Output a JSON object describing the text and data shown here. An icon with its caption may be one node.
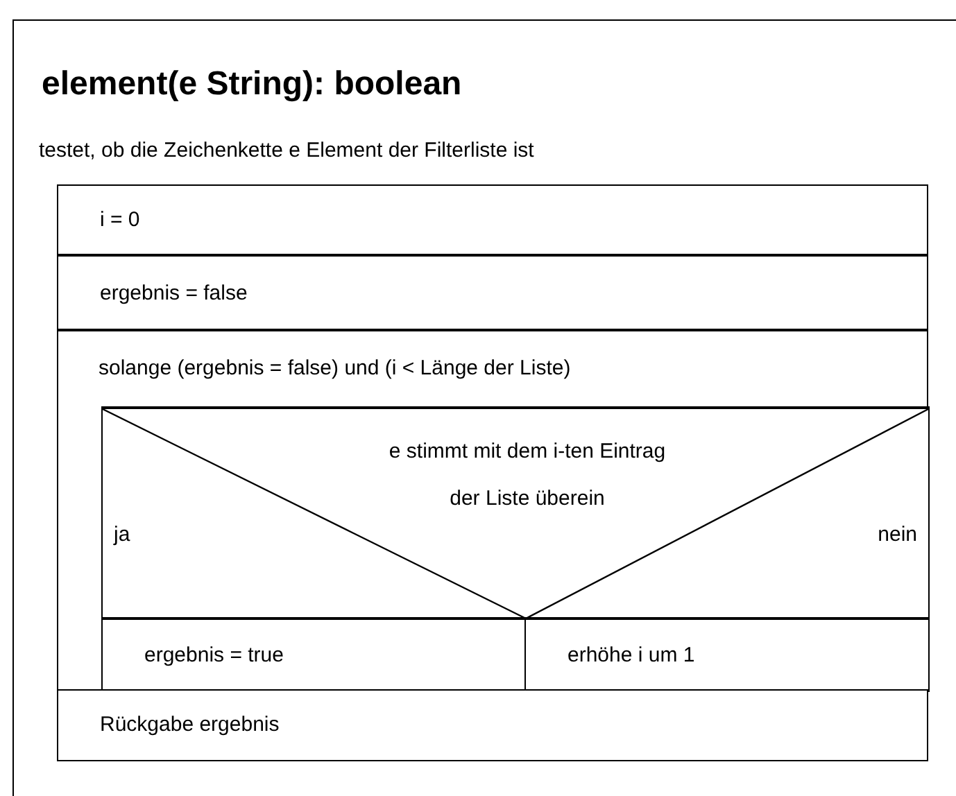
{
  "diagram": {
    "title": "element(e String): boolean",
    "nodes": [
      {
        "text": [
          "i = 0"
        ]
      },
      {
        "text": [
          "ergebnis = false"
        ]
      },
      {
        "text": [
          "solange (ergebnis = false) und (i < Länge der Liste)"
        ]
      },
      {
        "text": [
          "e stimmt mit dem i-ten Eintrag der Liste überein",
          "ja",
          "nein"
        ],
        "in": 2
      },
      {
        "text": [
          "ergebnis = true"
        ],
        "in": 2
      },
      {
        "text": [
          "erhöhe i um 1"
        ],
        "in": 2
      },
      {
        "text": [
          "Rückgabe ergebnis"
        ]
      }
    ],
    "labels": [
      "testet, ob die Zeichenkette e Element der Filterliste ist"
    ]
  }
}
